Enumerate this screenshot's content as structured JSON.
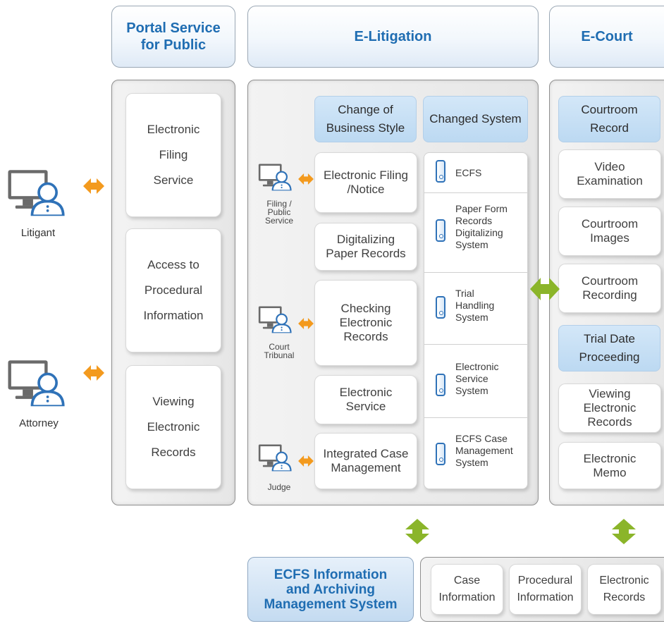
{
  "headers": {
    "portal": "Portal Service\nfor Public",
    "litigation": "E-Litigation",
    "court": "E-Court"
  },
  "actors": {
    "litigant": "Litigant",
    "attorney": "Attorney"
  },
  "portal_items": [
    "Electronic\nFiling\nService",
    "Access to\nProcedural\nInformation",
    "Viewing\nElectronic\nRecords"
  ],
  "litigation": {
    "col_business": "Change of\nBusiness Style",
    "col_system": "Changed System",
    "roles": [
      "Filing /\nPublic\nService",
      "Court\nTribunal",
      "Judge"
    ],
    "business_items": [
      "Electronic Filing\n/Notice",
      "Digitalizing\nPaper Records",
      "Checking\nElectronic\nRecords",
      "Electronic\nService",
      "Integrated Case\nManagement"
    ],
    "system_items": [
      "ECFS",
      "Paper Form\nRecords\nDigitalizing\nSystem",
      "Trial\nHandling\nSystem",
      "Electronic\nService\nSystem",
      "ECFS Case\nManagement\nSystem"
    ]
  },
  "court": {
    "section1_title": "Courtroom\nRecord",
    "section1_items": [
      "Video\nExamination",
      "Courtroom\nImages",
      "Courtroom\nRecording"
    ],
    "section2_title": "Trial Date\nProceeding",
    "section2_items": [
      "Viewing\nElectronic\nRecords",
      "Electronic\nMemo"
    ]
  },
  "archive": {
    "title": "ECFS Information\nand Archiving\nManagement System",
    "items": [
      "Case\nInformation",
      "Procedural\nInformation",
      "Electronic\nRecords"
    ]
  },
  "colors": {
    "accent_blue": "#1f6db2",
    "person_blue": "#2f72b8",
    "arrow_orange": "#f39a1e",
    "arrow_green": "#8bb52a"
  }
}
